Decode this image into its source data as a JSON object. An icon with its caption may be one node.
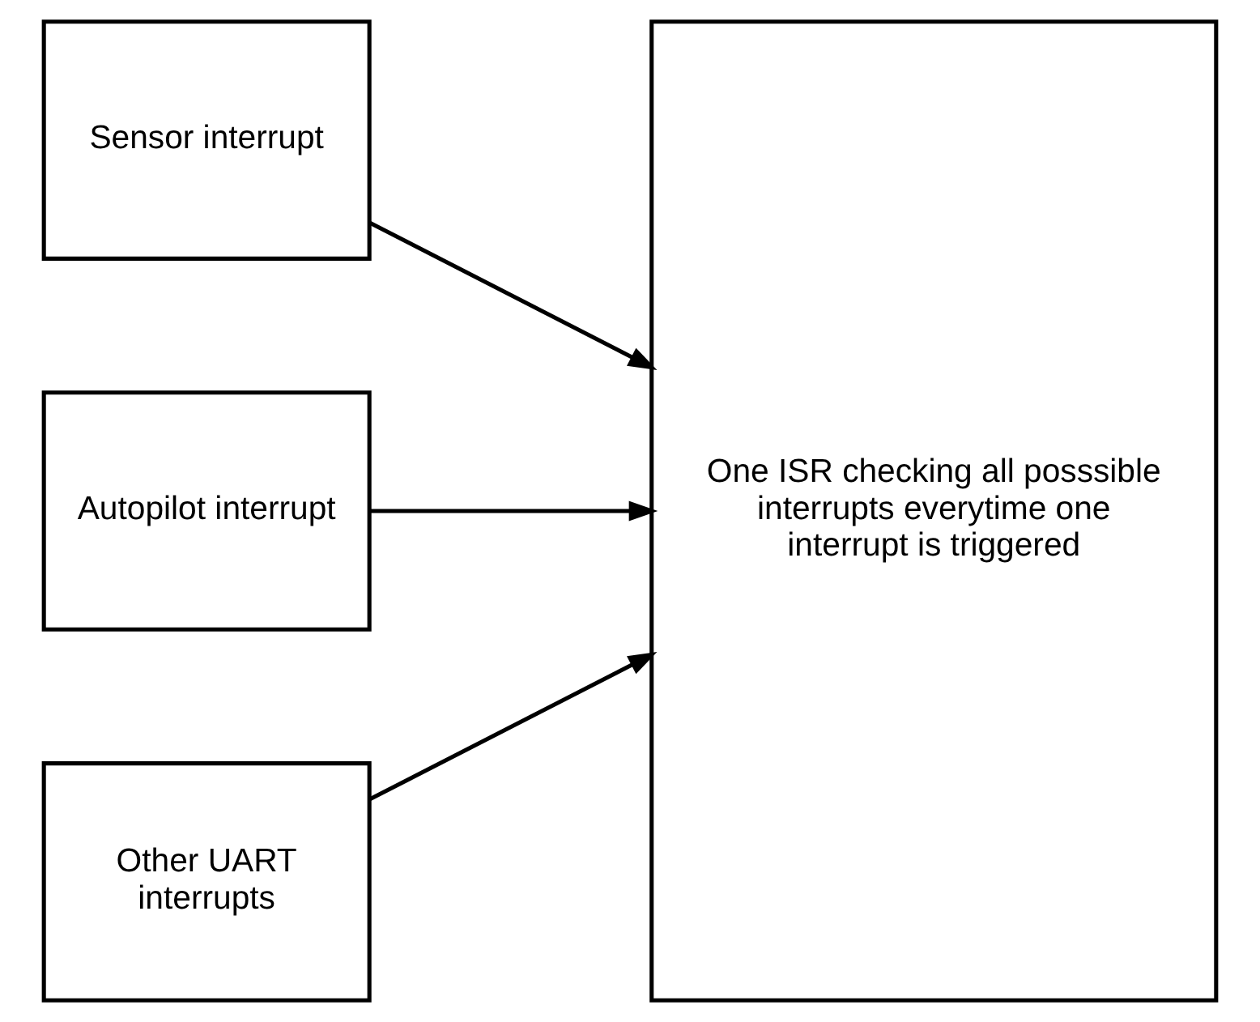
{
  "diagram": {
    "nodes": [
      {
        "text": [
          "Sensor interrupt"
        ]
      },
      {
        "text": [
          "Autopilot interrupt"
        ]
      },
      {
        "text": [
          "Other UART interrupts"
        ]
      },
      {
        "text": [
          "One ISR checking all posssible interrupts everytime one interrupt is triggered"
        ]
      }
    ],
    "edges": [
      {
        "from": 0,
        "to": 3,
        "arrow": "to"
      },
      {
        "from": 1,
        "to": 3,
        "arrow": "to"
      },
      {
        "from": 2,
        "to": 3,
        "arrow": "to"
      }
    ]
  }
}
